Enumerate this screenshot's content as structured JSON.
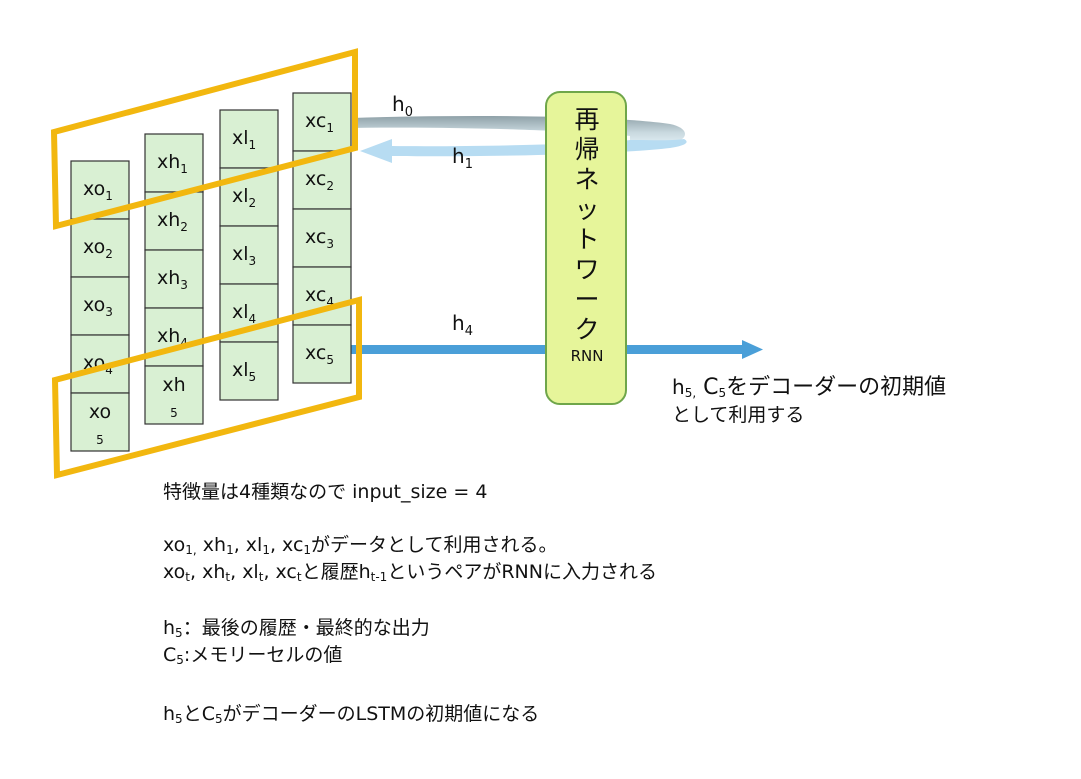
{
  "columns": [
    {
      "name": "xo",
      "cells": [
        {
          "base": "xo",
          "sub": "1"
        },
        {
          "base": "xo",
          "sub": "2"
        },
        {
          "base": "xo",
          "sub": "3"
        },
        {
          "base": "xo",
          "sub": "4"
        },
        {
          "base": "xo",
          "sub": "5",
          "stacked": true
        }
      ]
    },
    {
      "name": "xh",
      "cells": [
        {
          "base": "xh",
          "sub": "1"
        },
        {
          "base": "xh",
          "sub": "2"
        },
        {
          "base": "xh",
          "sub": "3"
        },
        {
          "base": "xh",
          "sub": "4"
        },
        {
          "base": "xh",
          "sub": "5",
          "stacked": true
        }
      ]
    },
    {
      "name": "xl",
      "cells": [
        {
          "base": "xl",
          "sub": "1"
        },
        {
          "base": "xl",
          "sub": "2"
        },
        {
          "base": "xl",
          "sub": "3"
        },
        {
          "base": "xl",
          "sub": "4"
        },
        {
          "base": "xl",
          "sub": "5"
        }
      ]
    },
    {
      "name": "xc",
      "cells": [
        {
          "base": "xc",
          "sub": "1"
        },
        {
          "base": "xc",
          "sub": "2"
        },
        {
          "base": "xc",
          "sub": "3"
        },
        {
          "base": "xc",
          "sub": "4"
        },
        {
          "base": "xc",
          "sub": "5"
        }
      ]
    }
  ],
  "arrows": {
    "h0": {
      "base": "h",
      "sub": "0"
    },
    "h1": {
      "base": "h",
      "sub": "1"
    },
    "h4": {
      "base": "h",
      "sub": "4"
    }
  },
  "rnn_box": {
    "chars": [
      "再",
      "帰",
      "ネ",
      "ッ",
      "ト",
      "ワ",
      "ー",
      "ク"
    ],
    "small": "RNN"
  },
  "output_note": {
    "line1_prefix": "h",
    "line1_sub1": "5,",
    "line1_mid": " C",
    "line1_sub2": "5",
    "line1_rest": "をデコーダーの初期値",
    "line2": "として利用する"
  },
  "text": {
    "p1": "特徴量は4種類なので input_size = 4",
    "p2_l1": [
      {
        "t": "xo"
      },
      {
        "s": "1,"
      },
      {
        "t": " xh"
      },
      {
        "s": "1"
      },
      {
        "t": ", xl"
      },
      {
        "s": "1"
      },
      {
        "t": ", xc"
      },
      {
        "s": "1"
      },
      {
        "t": "がデータとして利用される。"
      }
    ],
    "p2_l2": [
      {
        "t": "xo"
      },
      {
        "s": "t"
      },
      {
        "t": ", xh"
      },
      {
        "s": "t"
      },
      {
        "t": ", xl"
      },
      {
        "s": "t"
      },
      {
        "t": ", xc"
      },
      {
        "s": "t"
      },
      {
        "t": "と履歴h"
      },
      {
        "s": "t-1"
      },
      {
        "t": "というペアがRNNに入力される"
      }
    ],
    "p3_l1": [
      {
        "t": "h"
      },
      {
        "s": "5"
      },
      {
        "t": "：最後の履歴・最終的な出力"
      }
    ],
    "p3_l2": [
      {
        "t": "C"
      },
      {
        "s": "5"
      },
      {
        "t": ":メモリーセルの値"
      }
    ],
    "p4": [
      {
        "t": "h"
      },
      {
        "s": "5"
      },
      {
        "t": "とC"
      },
      {
        "s": "5"
      },
      {
        "t": "がデコーダーのLSTMの初期値になる"
      }
    ]
  },
  "colors": {
    "cell_fill": "#d9f0d3",
    "cell_stroke": "#333333",
    "highlight": "#f2b70f",
    "rnn_fill": "#e6f59a",
    "rnn_stroke": "#6fa64a",
    "arrow_h4": "#4a9fd8",
    "arrow_h1": "#b7dcf2",
    "loop_top": "#9fb1b8"
  }
}
